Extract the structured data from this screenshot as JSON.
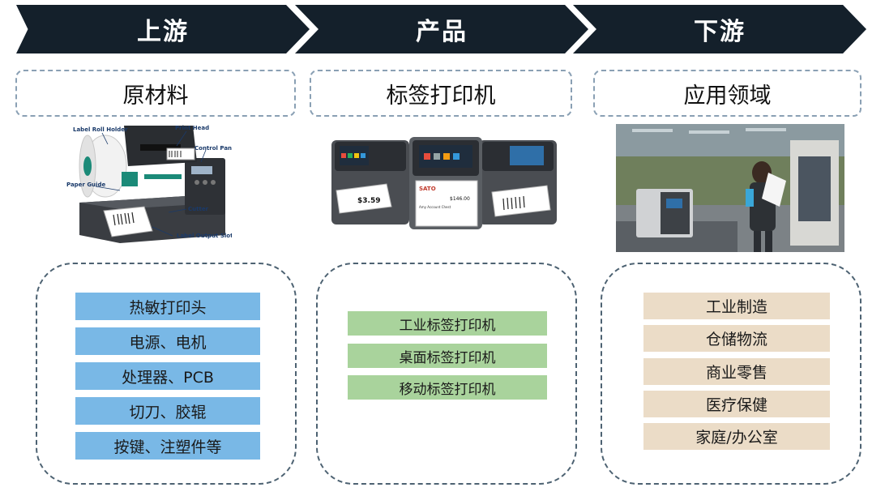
{
  "stages": [
    {
      "label": "上游",
      "category": "原材料"
    },
    {
      "label": "产品",
      "category": "标签打印机"
    },
    {
      "label": "下游",
      "category": "应用领域"
    }
  ],
  "upstream": {
    "items": [
      "热敏打印头",
      "电源、电机",
      "处理器、PCB",
      "切刀、胶辊",
      "按键、注塑件等"
    ],
    "image_callouts": [
      "Label Roll Holder",
      "Print Head",
      "Control Panel",
      "Paper Guide",
      "Cutter",
      "Label Output Slot"
    ],
    "color": "#79b8e6"
  },
  "product": {
    "items": [
      "工业标签打印机",
      "桌面标签打印机",
      "移动标签打印机"
    ],
    "image_texts": [
      "$3.59",
      "SATO",
      "$146.00",
      "Amy Account Chest"
    ],
    "color": "#a9d39c"
  },
  "downstream": {
    "items": [
      "工业制造",
      "仓储物流",
      "商业零售",
      "医疗保健",
      "家庭/办公室"
    ],
    "color": "#ebdcc7"
  },
  "colors": {
    "banner": "#14202b",
    "dash": "#8aa0b4"
  }
}
